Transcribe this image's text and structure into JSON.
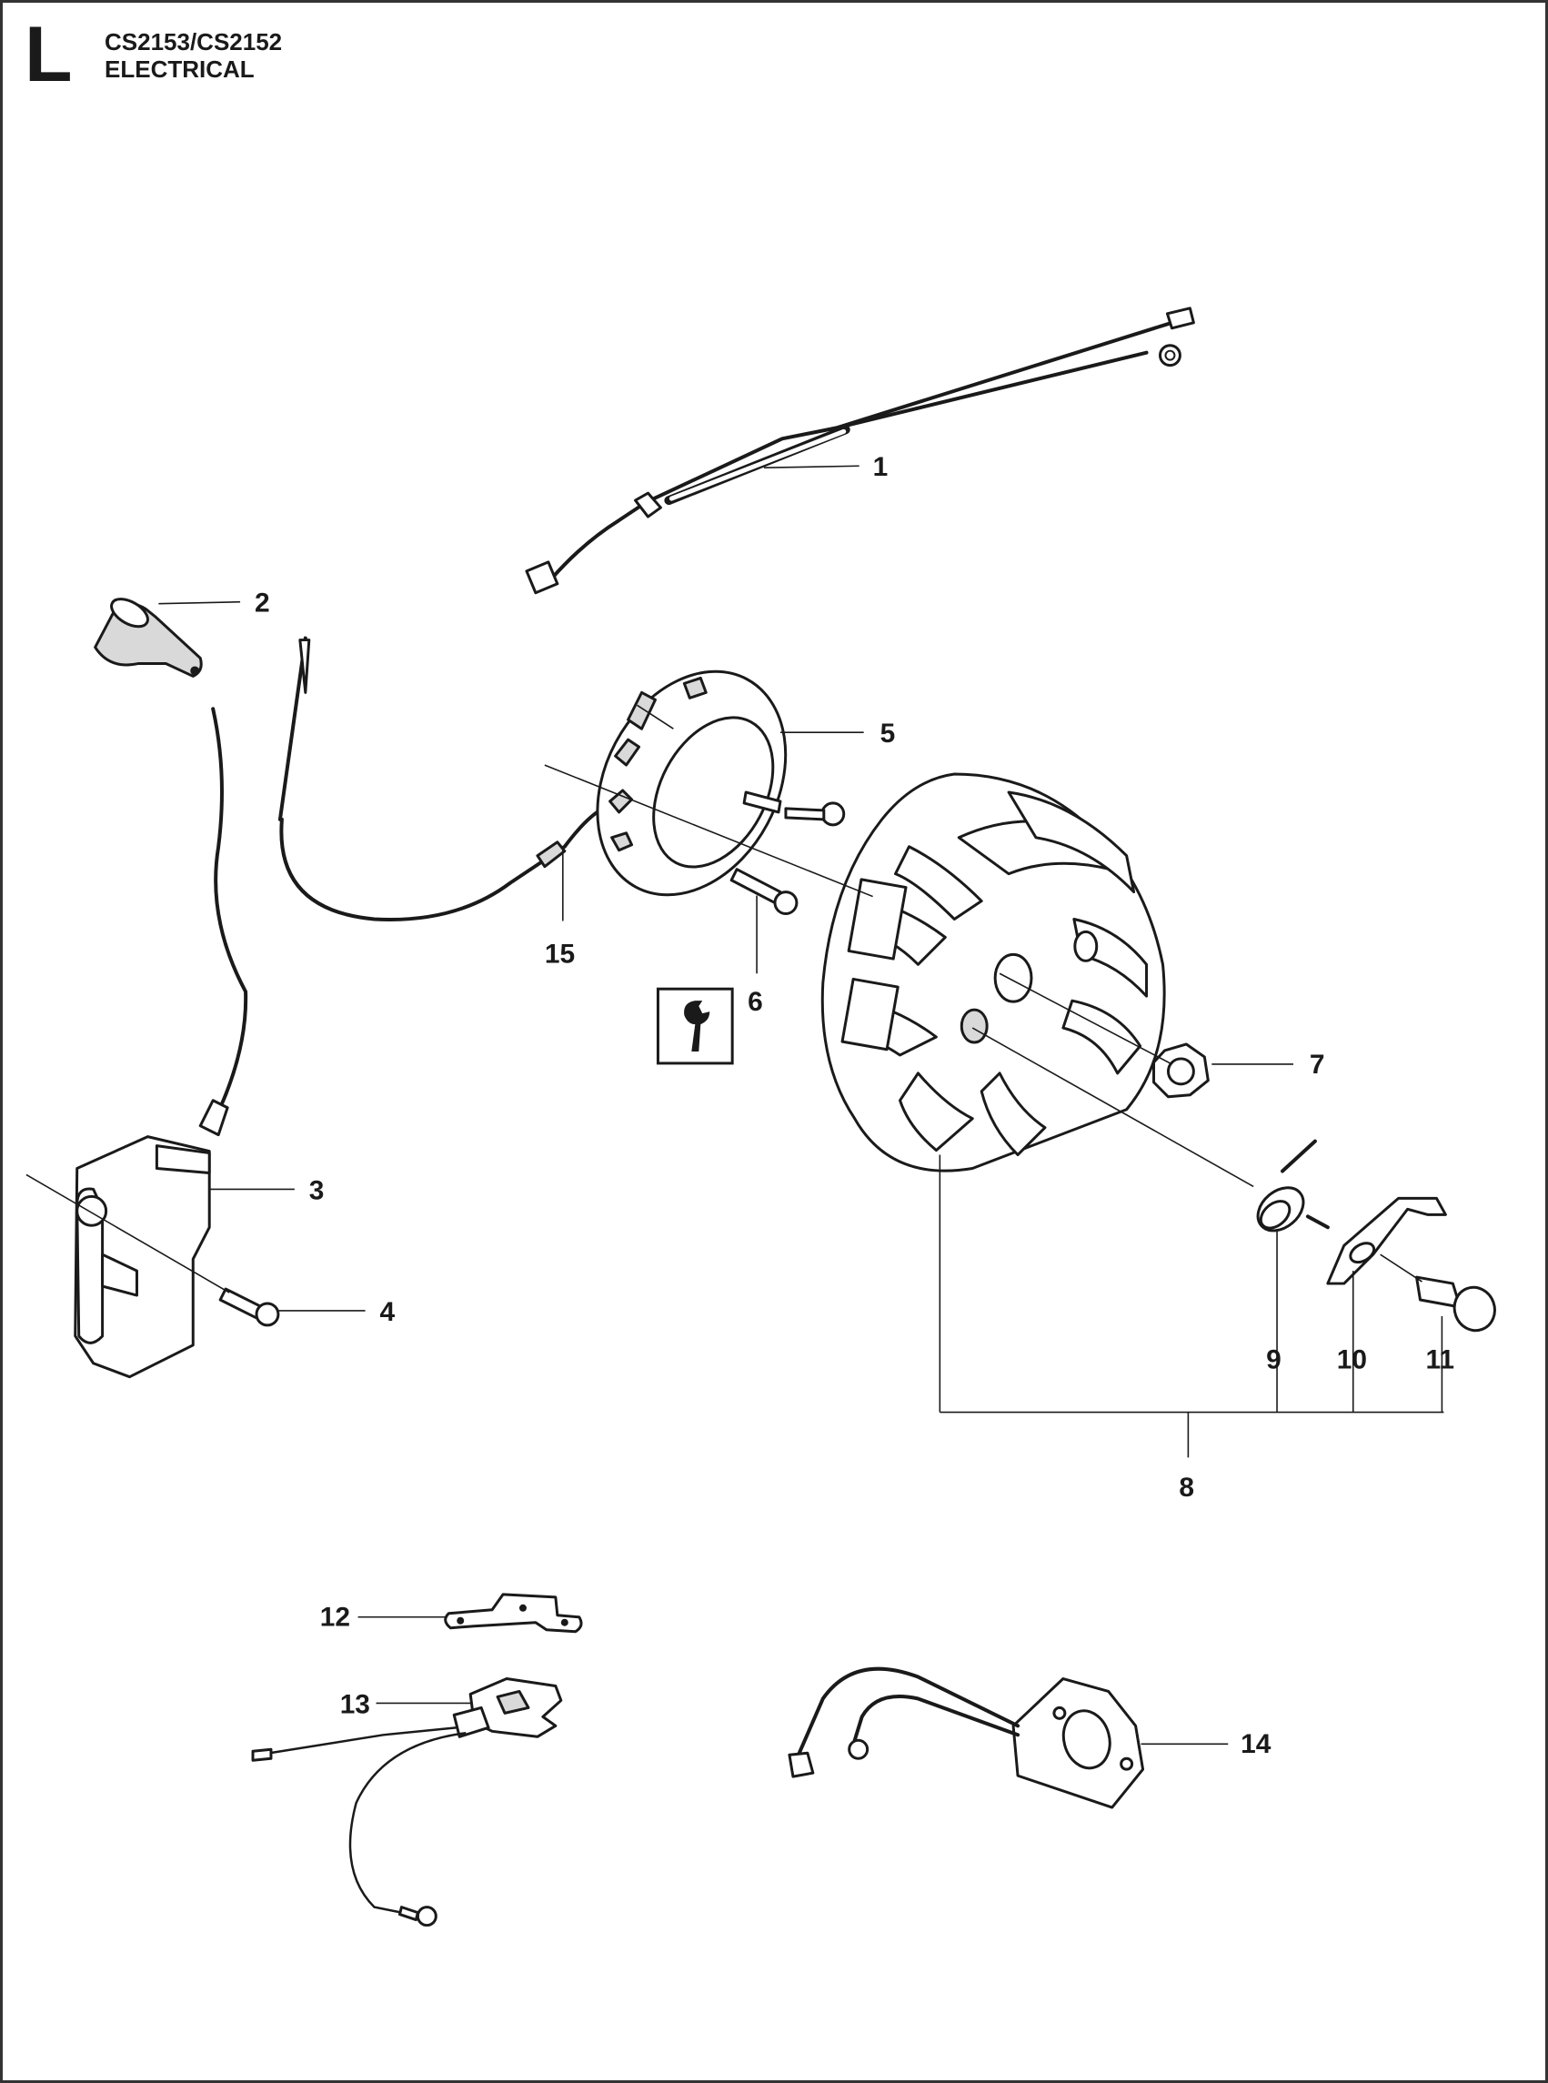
{
  "header": {
    "section_letter": "L",
    "model": "CS2153/CS2152",
    "title": "ELECTRICAL"
  },
  "callouts": [
    {
      "id": "1",
      "label": "1"
    },
    {
      "id": "2",
      "label": "2"
    },
    {
      "id": "3",
      "label": "3"
    },
    {
      "id": "4",
      "label": "4"
    },
    {
      "id": "5",
      "label": "5"
    },
    {
      "id": "6",
      "label": "6"
    },
    {
      "id": "7",
      "label": "7"
    },
    {
      "id": "8",
      "label": "8"
    },
    {
      "id": "9",
      "label": "9"
    },
    {
      "id": "10",
      "label": "10"
    },
    {
      "id": "11",
      "label": "11"
    },
    {
      "id": "12",
      "label": "12"
    },
    {
      "id": "13",
      "label": "13"
    },
    {
      "id": "14",
      "label": "14"
    },
    {
      "id": "15",
      "label": "15"
    }
  ],
  "icons": {
    "service_tool": "wrench-icon"
  },
  "colors": {
    "ink": "#1a1a1a",
    "background": "#ffffff",
    "shade": "#d9d9d9"
  }
}
